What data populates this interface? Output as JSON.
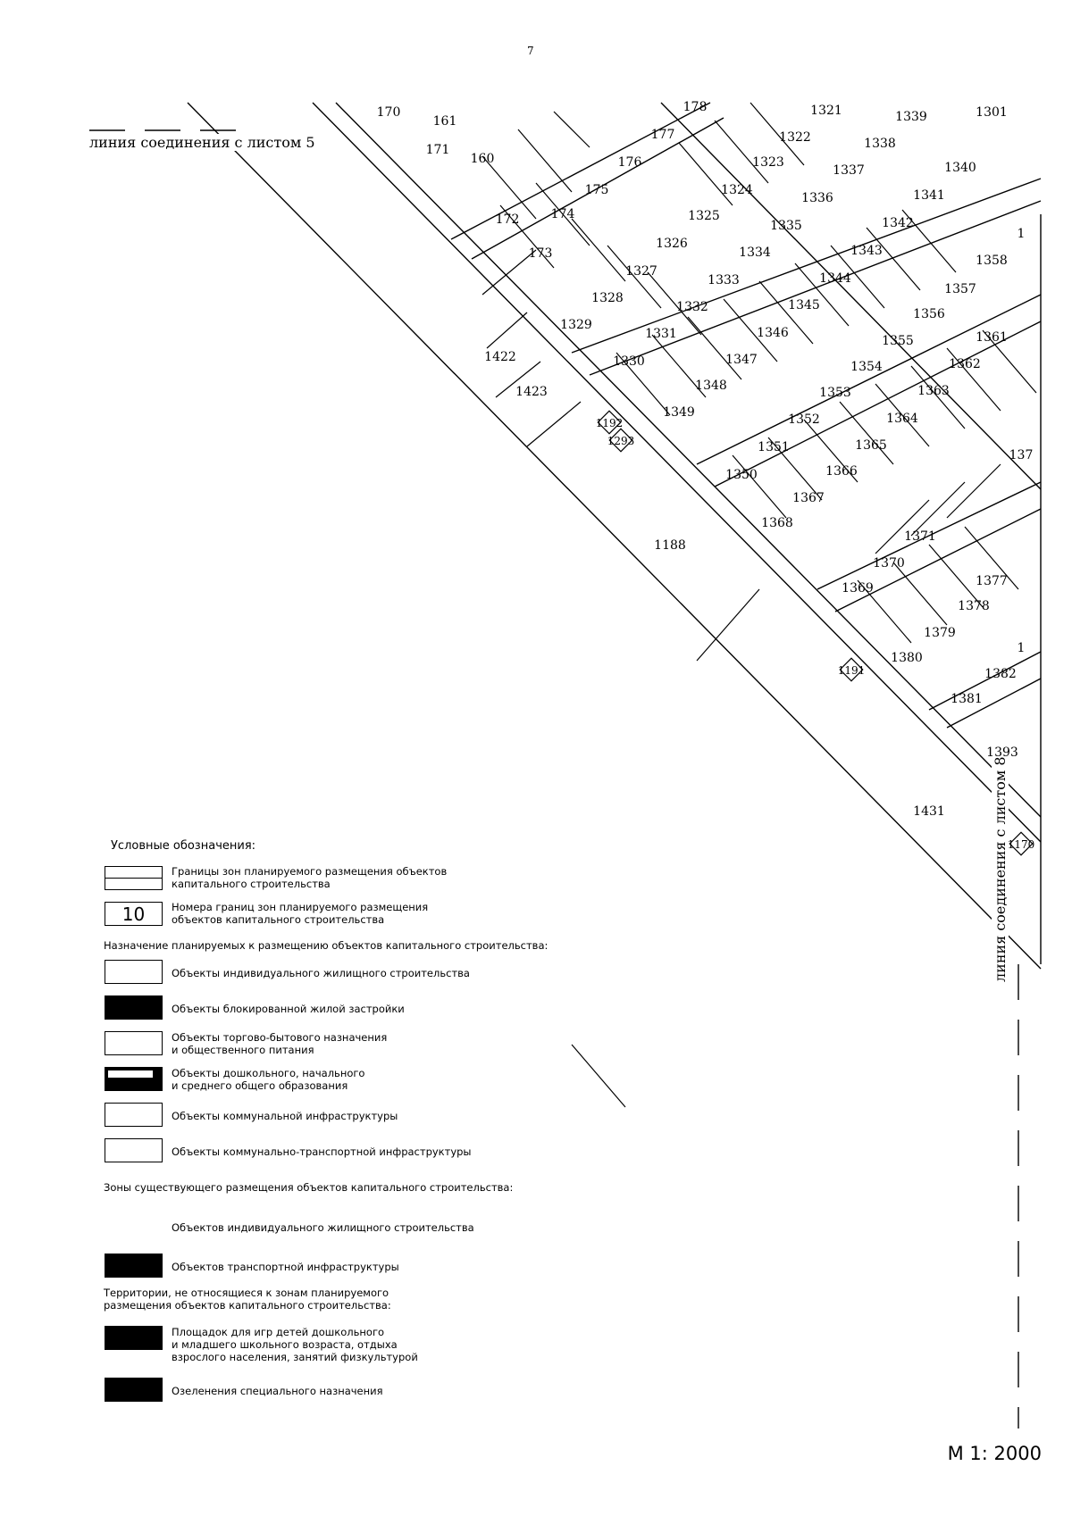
{
  "page_number": "7",
  "join_top": "линия соединения с листом 5",
  "join_right": "линия соединения с листом 8",
  "scale": "М 1: 2000",
  "lot_labels": [
    "170",
    "161",
    "171",
    "160",
    "178",
    "177",
    "176",
    "175",
    "172",
    "174",
    "173",
    "1321",
    "1322",
    "1323",
    "1324",
    "1325",
    "1326",
    "1327",
    "1328",
    "1329",
    "1339",
    "1338",
    "1337",
    "1336",
    "1335",
    "1334",
    "1333",
    "1332",
    "1331",
    "1330",
    "1301",
    "1340",
    "1341",
    "1342",
    "1343",
    "1344",
    "1345",
    "1346",
    "1347",
    "1348",
    "1349",
    "1358",
    "1357",
    "1356",
    "1355",
    "1354",
    "1353",
    "1352",
    "1351",
    "1350",
    "1361",
    "1362",
    "1363",
    "1364",
    "1365",
    "1366",
    "1367",
    "1368",
    "1371",
    "1370",
    "1369",
    "1377",
    "1378",
    "1379",
    "1380",
    "1382",
    "1381",
    "1393",
    "1422",
    "1423",
    "1188",
    "1431",
    "1",
    "137",
    "1"
  ],
  "boundary_markers": [
    "1192",
    "1293",
    "1191",
    "1170"
  ],
  "legend": {
    "title": "Условные обозначения:",
    "items_top": [
      {
        "symbol": "double-line",
        "text": "Границы зон планируемого размещения объектов\nкапитального строительства"
      },
      {
        "symbol": "number-box",
        "number": "10",
        "text": "Номера границ зон планируемого размещения\nобъектов капитального строительства"
      }
    ],
    "section_planned": "Назначение планируемых к размещению объектов капитального строительства:",
    "items_planned": [
      {
        "symbol": "white",
        "text": "Объекты индивидуального жилищного строительства"
      },
      {
        "symbol": "black",
        "text": "Объекты блокированной жилой застройки"
      },
      {
        "symbol": "white",
        "text": "Объекты торгово-бытового назначения\nи общественного питания"
      },
      {
        "symbol": "striped",
        "text": "Объекты дошкольного, начального\nи среднего общего образования"
      },
      {
        "symbol": "white",
        "text": "Объекты коммунальной инфраструктуры"
      },
      {
        "symbol": "white",
        "text": "Объекты коммунально-транспортной инфраструктуры"
      }
    ],
    "section_existing": "Зоны существующего размещения объектов  капитального строительства:",
    "items_existing": [
      {
        "symbol": "none",
        "text": "Объектов индивидуального жилищного строительства"
      },
      {
        "symbol": "black",
        "text": "Объектов транспортной инфраструктуры"
      }
    ],
    "section_other": "Территории, не относящиеся к зонам планируемого\nразмещения объектов капитального строительства:",
    "items_other": [
      {
        "symbol": "black",
        "text": "Площадок для игр детей дошкольного\nи младшего школьного возраста, отдыха\nвзрослого населения, занятий физкультурой"
      },
      {
        "symbol": "black",
        "text": "Озеленения специального назначения"
      }
    ]
  }
}
